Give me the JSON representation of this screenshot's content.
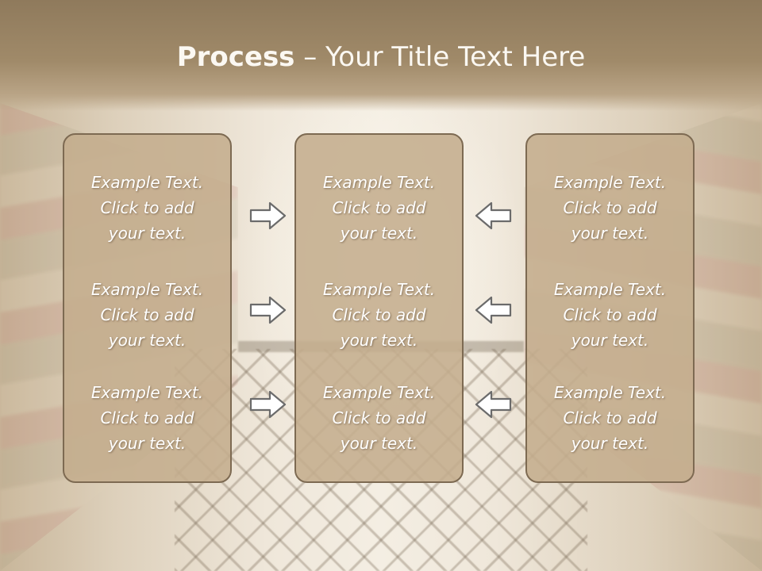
{
  "title": {
    "bold": "Process",
    "rest": " – Your Title Text Here"
  },
  "panels": [
    {
      "blocks": [
        {
          "l1": "Example Text.",
          "l2": "Click  to add",
          "l3": "your text."
        },
        {
          "l1": "Example Text.",
          "l2": "Click  to add",
          "l3": "your text."
        },
        {
          "l1": "Example Text.",
          "l2": "Click  to add",
          "l3": "your text."
        }
      ]
    },
    {
      "blocks": [
        {
          "l1": "Example Text.",
          "l2": "Click  to add",
          "l3": "your text."
        },
        {
          "l1": "Example Text.",
          "l2": "Click  to add",
          "l3": "your text."
        },
        {
          "l1": "Example Text.",
          "l2": "Click  to add",
          "l3": "your text."
        }
      ]
    },
    {
      "blocks": [
        {
          "l1": "Example Text.",
          "l2": "Click  to add",
          "l3": "your text."
        },
        {
          "l1": "Example Text.",
          "l2": "Click  to add",
          "l3": "your text."
        },
        {
          "l1": "Example Text.",
          "l2": "Click  to add",
          "l3": "your text."
        }
      ]
    }
  ],
  "icons": {
    "left_arrows": "arrow-right-icon",
    "right_arrows": "arrow-left-icon"
  },
  "colors": {
    "title_bar": "#8f7a5c",
    "panel": "#c4ad8d",
    "panel_border": "#7d6a52",
    "text": "#ffffff",
    "arrow_stroke": "#6b6b6b"
  }
}
